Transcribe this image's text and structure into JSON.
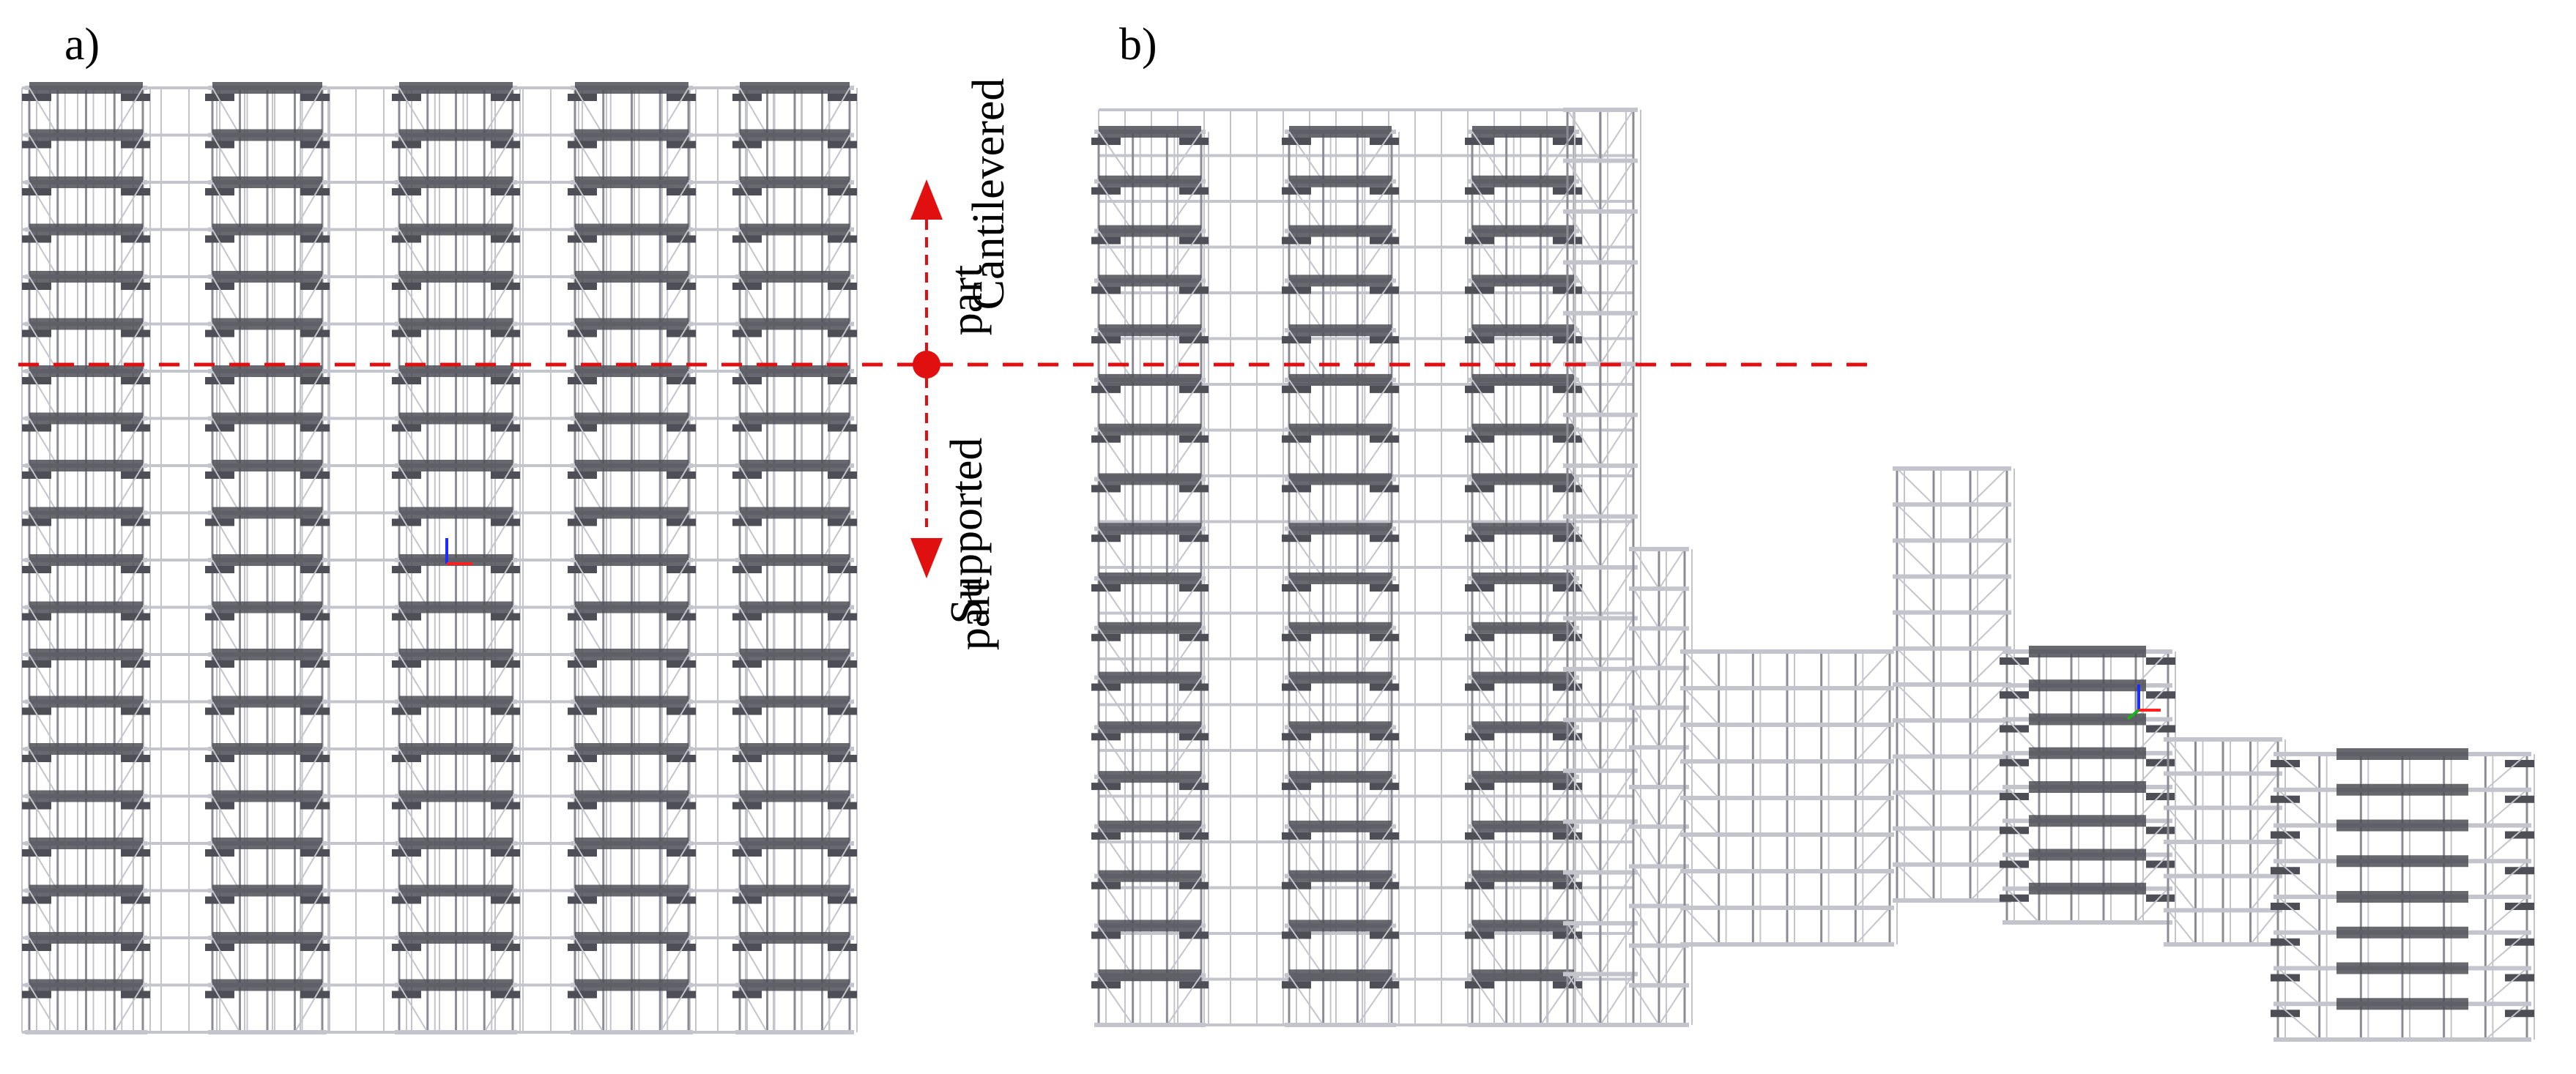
{
  "panels": [
    {
      "id": "a",
      "label": "a)"
    },
    {
      "id": "b",
      "label": "b)"
    }
  ],
  "annotations": {
    "upper_line1": "Cantilevered",
    "upper_line2": "part",
    "lower_line1": "Supported",
    "lower_line2": "part"
  },
  "colors": {
    "scaffold_dark": "#4e4e56",
    "scaffold_mid": "#8c8c96",
    "scaffold_light": "#c4c4cc",
    "marker_red": "#e01010",
    "axis_blue": "#1a2cff",
    "axis_red": "#ff2020",
    "axis_green": "#1bb01b"
  }
}
